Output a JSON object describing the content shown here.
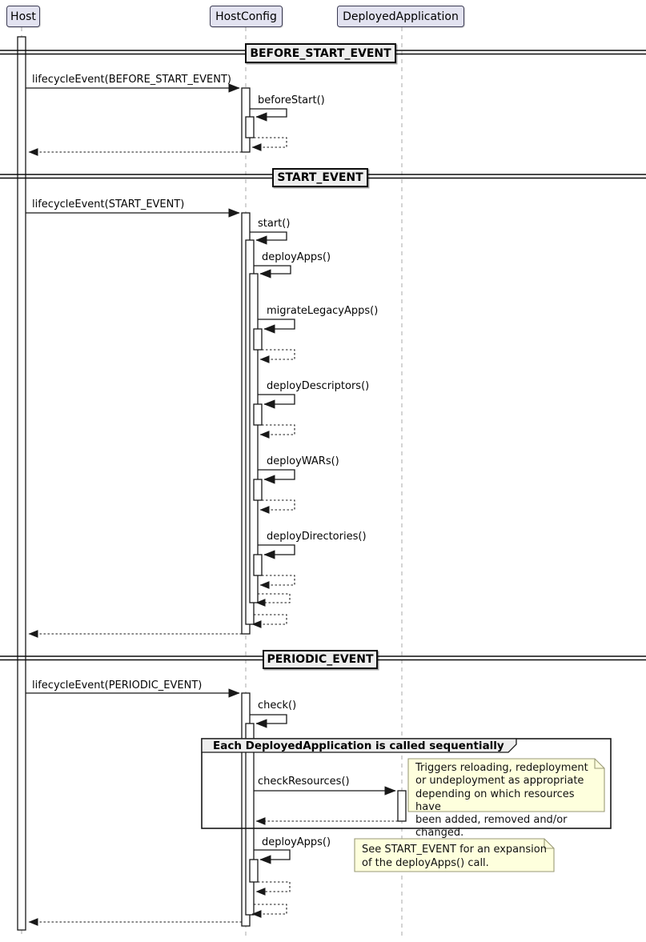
{
  "diagram": {
    "participants": [
      {
        "label": "Host"
      },
      {
        "label": "HostConfig"
      },
      {
        "label": "DeployedApplication"
      }
    ],
    "dividers": [
      {
        "label": "BEFORE_START_EVENT"
      },
      {
        "label": "START_EVENT"
      },
      {
        "label": "PERIODIC_EVENT"
      }
    ],
    "messages": [
      {
        "label": "lifecycleEvent(BEFORE_START_EVENT)"
      },
      {
        "label": "beforeStart()"
      },
      {
        "label": "lifecycleEvent(START_EVENT)"
      },
      {
        "label": "start()"
      },
      {
        "label": "deployApps()"
      },
      {
        "label": "migrateLegacyApps()"
      },
      {
        "label": "deployDescriptors()"
      },
      {
        "label": "deployWARs()"
      },
      {
        "label": "deployDirectories()"
      },
      {
        "label": "lifecycleEvent(PERIODIC_EVENT)"
      },
      {
        "label": "check()"
      },
      {
        "label": "checkResources()"
      },
      {
        "label": "deployApps()"
      }
    ],
    "group": {
      "label": "Each DeployedApplication is called sequentially"
    },
    "notes": [
      {
        "text": "Triggers reloading, redeployment\nor undeployment as appropriate\ndepending on which resources have\nbeen added, removed and/or changed."
      },
      {
        "text": "See START_EVENT for an expansion\nof the deployApps() call."
      }
    ],
    "colors": {
      "participant_fill": "#E2E2F0",
      "divider_fill": "#EEEEEE",
      "note_fill": "#FEFFDD",
      "line": "#181818",
      "lifeline": "#A8A8A8"
    }
  }
}
